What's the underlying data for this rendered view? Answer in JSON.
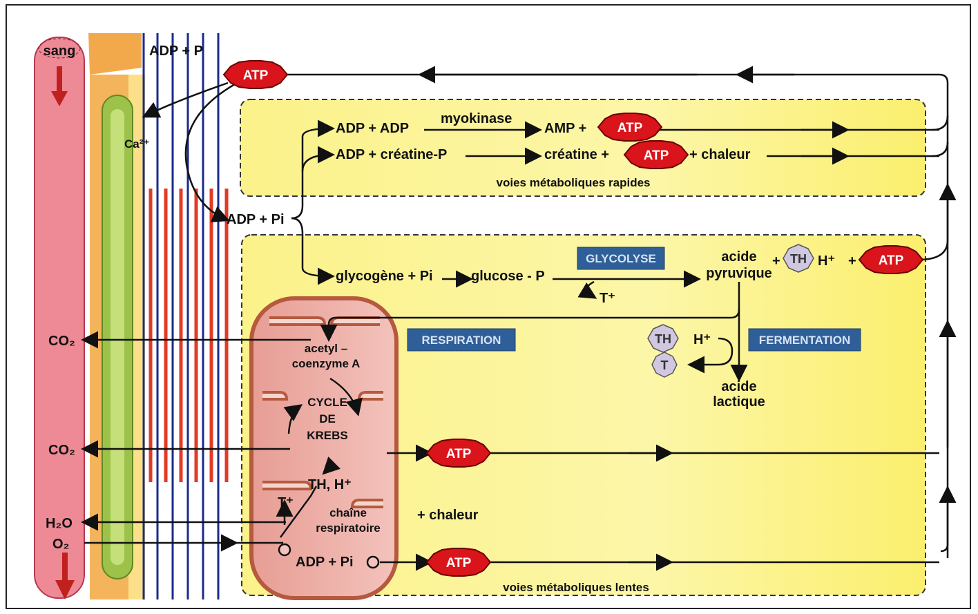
{
  "labels": {
    "sang": "sang",
    "adp_p_top": "ADP + P",
    "ca": "Ca²⁺",
    "adp_pi": "ADP + Pi",
    "row1_left": "ADP + ADP",
    "myokinase": "myokinase",
    "amp": "AMP +",
    "row2_left": "ADP + créatine-P",
    "creatine": "créatine +",
    "chaleur_top": "+ chaleur",
    "voies_rapides": "voies métaboliques rapides",
    "glycogene": "glycogène + Pi",
    "glucose": "glucose - P",
    "glycolyse": "GLYCOLYSE",
    "acide1": "acide",
    "pyruvique": "pyruvique",
    "plus_a": "+",
    "h_plus_a": "H⁺",
    "plus_b": "+",
    "t_plus_gly": "T⁺",
    "respiration": "RESPIRATION",
    "fermentation": "FERMENTATION",
    "co2_a": "CO₂",
    "co2_b": "CO₂",
    "h2o": "H₂O",
    "o2": "O₂",
    "acetyl1": "acetyl –",
    "acetyl2": "coenzyme A",
    "cycle1": "CYCLE",
    "cycle2": "DE",
    "cycle3": "KREBS",
    "th_h": "TH, H⁺",
    "t_plus_mito": "T⁺",
    "chaine1": "chaîne",
    "chaine2": "respiratoire",
    "adp_pi_mito": "ADP + Pi",
    "chaleur_mid": "+ chaleur",
    "h_plus_ferm": "H⁺",
    "acide2": "acide",
    "lactique": "lactique",
    "voies_lentes": "voies métaboliques lentes"
  },
  "atp": {
    "top": "ATP",
    "myokinase": "ATP",
    "creatine": "ATP",
    "glycolyse": "ATP",
    "krebs": "ATP",
    "chain": "ATP"
  },
  "markers": {
    "th_gly": "TH",
    "th_ferm": "TH",
    "t_ferm": "T"
  },
  "colors": {
    "blood": "#ee8a96",
    "atp_fill": "#d9141b",
    "yellow": "#fbf48a",
    "mito": "#c9674b",
    "box": "#2f5f98"
  }
}
